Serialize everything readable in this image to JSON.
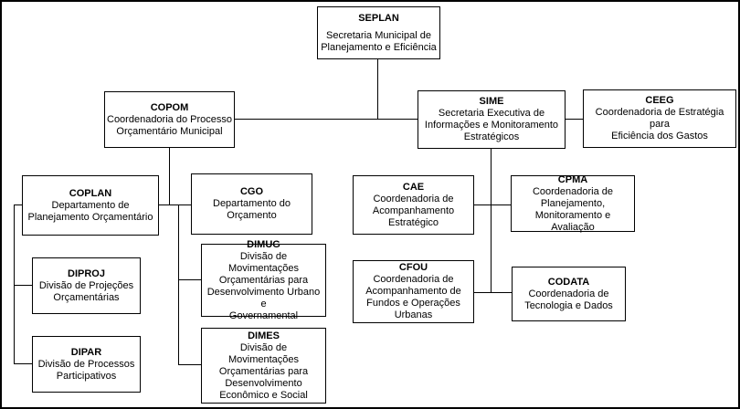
{
  "org_chart": {
    "type": "organizational-chart",
    "colors": {
      "box_border": "#000000",
      "box_background": "#ffffff",
      "text": "#000000",
      "connector": "#000000"
    },
    "nodes": [
      {
        "id": "seplan",
        "acronym": "SEPLAN",
        "label": "Secretaria Municipal de\nPlanejamento e Eficiência",
        "reports_to": null
      },
      {
        "id": "copom",
        "acronym": "COPOM",
        "label": "Coordenadoria do Processo\nOrçamentário Municipal",
        "reports_to": "SEPLAN"
      },
      {
        "id": "sime",
        "acronym": "SIME",
        "label": "Secretaria Executiva de\nInformações e Monitoramento\nEstratégicos",
        "reports_to": "SEPLAN"
      },
      {
        "id": "ceeg",
        "acronym": "CEEG",
        "label": "Coordenadoria de Estratégia para\nEficiência dos Gastos",
        "reports_to": "SIME"
      },
      {
        "id": "coplan",
        "acronym": "COPLAN",
        "label": "Departamento de\nPlanejamento Orçamentário",
        "reports_to": "COPOM"
      },
      {
        "id": "cgo",
        "acronym": "CGO",
        "label": "Departamento do\nOrçamento",
        "reports_to": "COPOM"
      },
      {
        "id": "cae",
        "acronym": "CAE",
        "label": "Coordenadoria de\nAcompanhamento\nEstratégico",
        "reports_to": "SIME"
      },
      {
        "id": "cpma",
        "acronym": "CPMA",
        "label": "Coordenadoria de\nPlanejamento,\nMonitoramento e Avaliação",
        "reports_to": "SIME"
      },
      {
        "id": "diproj",
        "acronym": "DIPROJ",
        "label": "Divisão de Projeções\nOrçamentárias",
        "reports_to": "COPLAN"
      },
      {
        "id": "dipar",
        "acronym": "DIPAR",
        "label": "Divisão de Processos\nParticipativos",
        "reports_to": "COPLAN"
      },
      {
        "id": "dimug",
        "acronym": "DIMUG",
        "label": "Divisão de Movimentações\nOrçamentárias para\nDesenvolvimento Urbano e\nGovernamental",
        "reports_to": "CGO"
      },
      {
        "id": "dimes",
        "acronym": "DIMES",
        "label": "Divisão de Movimentações\nOrçamentárias para\nDesenvolvimento\nEconômico e Social",
        "reports_to": "CGO"
      },
      {
        "id": "cfou",
        "acronym": "CFOU",
        "label": "Coordenadoria de\nAcompanhamento de\nFundos e Operações\nUrbanas",
        "reports_to": "SIME"
      },
      {
        "id": "codata",
        "acronym": "CODATA",
        "label": "Coordenadoria de\nTecnologia e Dados",
        "reports_to": "SIME"
      }
    ]
  }
}
